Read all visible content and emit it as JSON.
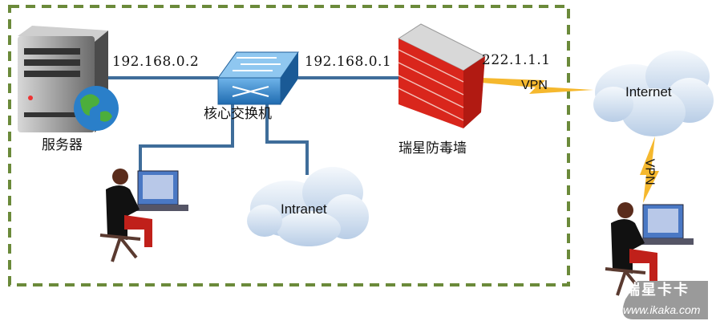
{
  "nodes": {
    "server": {
      "label": "服务器",
      "ip": "192.168.0.2"
    },
    "switch": {
      "label": "核心交换机",
      "ip": "192.168.0.1"
    },
    "firewall": {
      "label": "瑞星防毒墙",
      "ip": "222.1.1.1"
    },
    "internet": {
      "label": "Internet"
    },
    "intranet": {
      "label": "Intranet"
    }
  },
  "links": {
    "vpn1": "VPN",
    "vpn2": "VPN"
  },
  "watermark": {
    "brand": "瑞星卡卡",
    "url": "www.ikaka.com"
  },
  "colors": {
    "border": "#6b8a3a",
    "line": "#3f6d9a",
    "vpn": "#f5b82e"
  }
}
